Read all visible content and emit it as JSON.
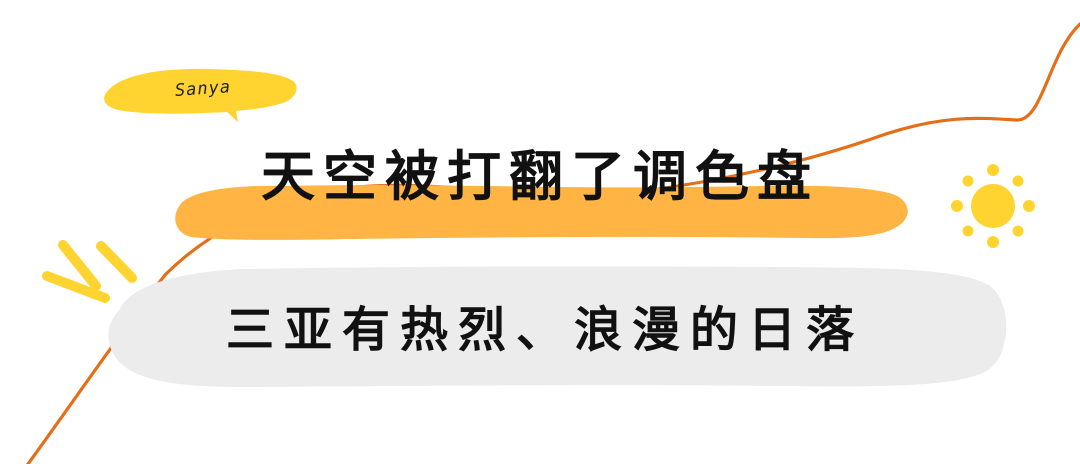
{
  "tag": {
    "text": "Sanya"
  },
  "title": {
    "text": "天空被打翻了调色盘"
  },
  "subtitle": {
    "text": "三亚有热烈、浪漫的日落"
  },
  "colors": {
    "background": "#ffffff",
    "accent_yellow": "#ffd330",
    "accent_orange": "#ffb444",
    "curve_orange": "#e56f18",
    "label_gray": "#ececec",
    "sun": "#ffd330",
    "text": "#111111"
  }
}
